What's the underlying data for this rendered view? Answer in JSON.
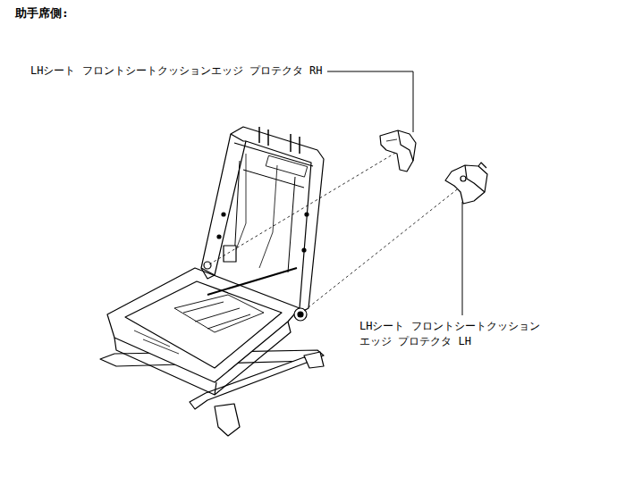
{
  "diagram": {
    "title": "助手席側:",
    "labels": [
      "LHシート フロントシートクッションエッジ プロテクタ RH",
      "LHシート フロントシートクッション エッジ プロテクタ LH"
    ]
  }
}
